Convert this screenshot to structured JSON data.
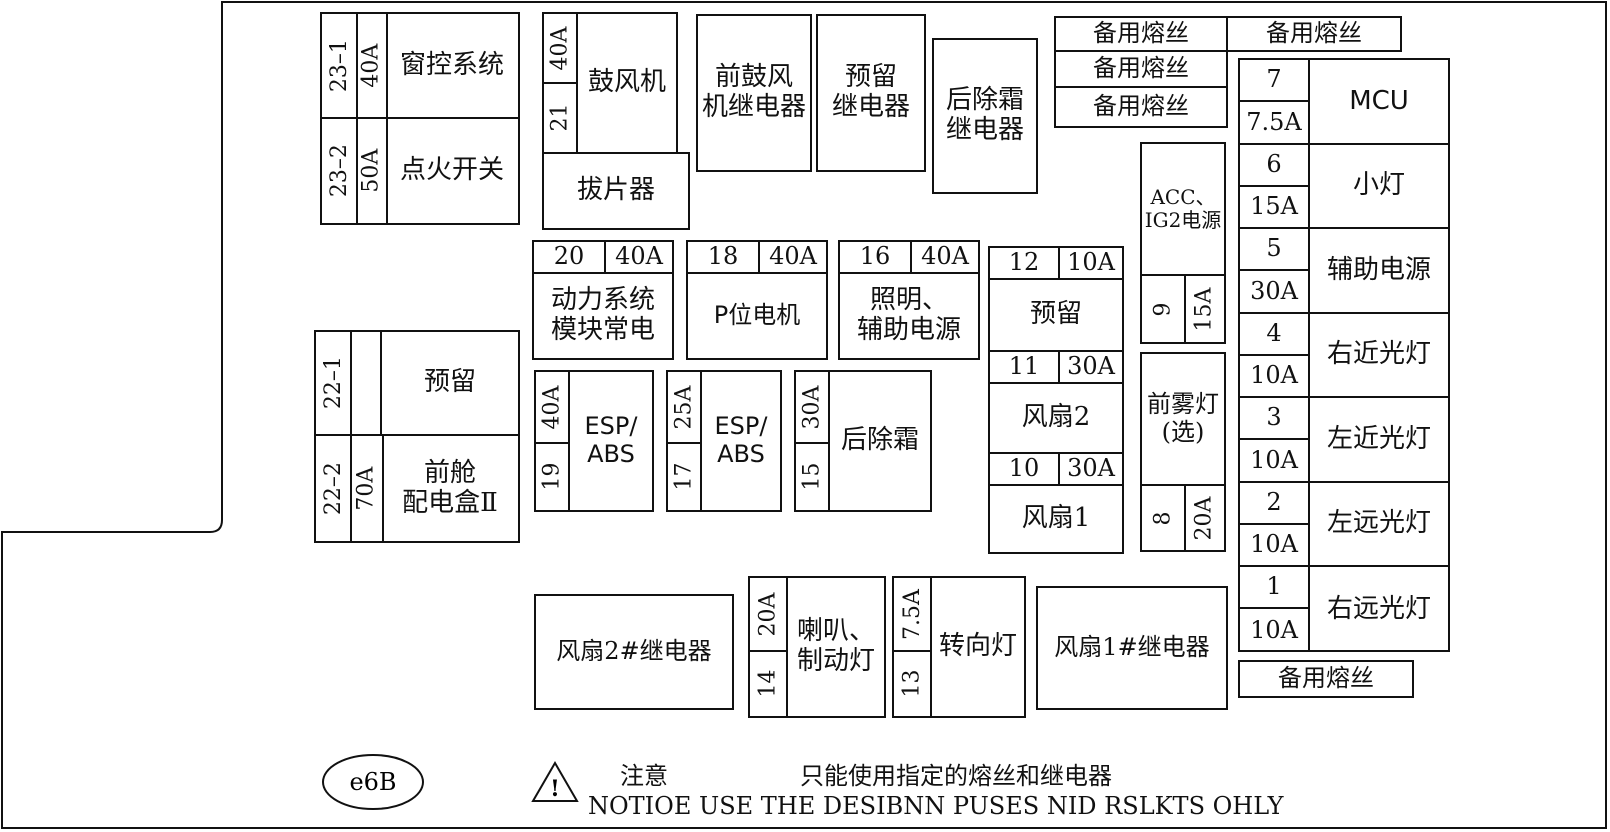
{
  "fuse_23_1": {
    "num": "23–1",
    "amp": "40A",
    "label": "窗控系统"
  },
  "fuse_23_2": {
    "num": "23–2",
    "amp": "50A",
    "label": "点火开关"
  },
  "fuse_21": {
    "num": "21",
    "amp": "40A",
    "label": "鼓风机"
  },
  "puller": "拔片器",
  "relay_front_blower": [
    "前鼓风",
    "机继电器"
  ],
  "relay_reserved": [
    "预留",
    "继电器"
  ],
  "relay_rear_defrost": [
    "后除霜",
    "继电器"
  ],
  "spare": "备用熔丝",
  "fuse_20": {
    "num": "20",
    "amp": "40A",
    "label": [
      "动力系统",
      "模块常电"
    ]
  },
  "fuse_18": {
    "num": "18",
    "amp": "40A",
    "label": "P位电机"
  },
  "fuse_16": {
    "num": "16",
    "amp": "40A",
    "label": [
      "照明、",
      "辅助电源"
    ]
  },
  "fuse_12": {
    "num": "12",
    "amp": "10A",
    "label": "预留"
  },
  "fuse_11": {
    "num": "11",
    "amp": "30A",
    "label": "风扇2"
  },
  "fuse_10": {
    "num": "10",
    "amp": "30A",
    "label": "风扇1"
  },
  "fuse_9": {
    "num": "9",
    "amp": "15A",
    "label": [
      "ACC、",
      "IG2电源"
    ]
  },
  "fuse_8": {
    "num": "8",
    "amp": "20A",
    "label": [
      "前雾灯",
      "(选)"
    ]
  },
  "fuse_22_1": {
    "num": "22–1",
    "label": "预留"
  },
  "fuse_22_2": {
    "num": "22–2",
    "amp": "70A",
    "label": [
      "前舱",
      "配电盒Ⅱ"
    ]
  },
  "fuse_19": {
    "num": "19",
    "amp": "40A",
    "label": [
      "ESP/",
      "ABS"
    ]
  },
  "fuse_17": {
    "num": "17",
    "amp": "25A",
    "label": [
      "ESP/",
      "ABS"
    ]
  },
  "fuse_15": {
    "num": "15",
    "amp": "30A",
    "label": "后除霜"
  },
  "fuse_14": {
    "num": "14",
    "amp": "20A",
    "label": [
      "喇叭、",
      "制动灯"
    ]
  },
  "fuse_13": {
    "num": "13",
    "amp": "7.5A",
    "label": "转向灯"
  },
  "relay_fan2": "风扇2#继电器",
  "relay_fan1": "风扇1#继电器",
  "right_column": [
    {
      "num": "7",
      "amp": "7.5A",
      "label": "MCU"
    },
    {
      "num": "6",
      "amp": "15A",
      "label": "小灯"
    },
    {
      "num": "5",
      "amp": "30A",
      "label": "辅助电源"
    },
    {
      "num": "4",
      "amp": "10A",
      "label": "右近光灯"
    },
    {
      "num": "3",
      "amp": "10A",
      "label": "左近光灯"
    },
    {
      "num": "2",
      "amp": "10A",
      "label": "左远光灯"
    },
    {
      "num": "1",
      "amp": "10A",
      "label": "右远光灯"
    }
  ],
  "badge": "e6B",
  "notice": {
    "title": "注意",
    "text_cn": "只能使用指定的熔丝和继电器",
    "text_en": "NOTIOE USE THE DESIBNN PUSES NID RSLKTS OHLY"
  }
}
